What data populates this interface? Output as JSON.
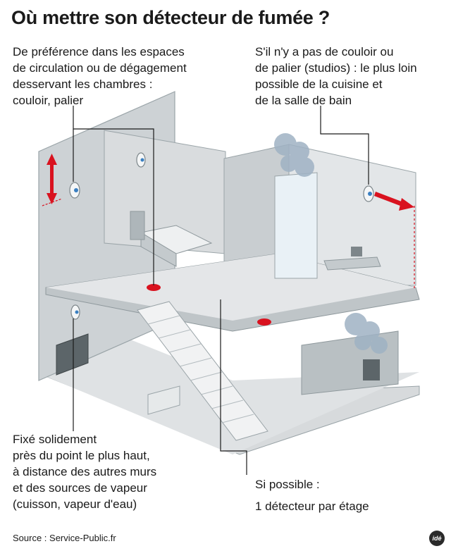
{
  "title": "Où mettre son détecteur de fumée ?",
  "annotations": {
    "circulation": [
      "De préférence dans les espaces",
      "de circulation ou de dégagement",
      "desservant les chambres :",
      "couloir, palier"
    ],
    "studio": [
      "S'il n'y a pas de couloir ou",
      "de palier (studios) : le plus loin",
      "possible de la cuisine et",
      "de la salle de bain"
    ],
    "fixation": [
      "Fixé solidement",
      "près du point le plus haut,",
      "à distance des autres murs",
      "et des sources de vapeur",
      "(cuisson, vapeur d'eau)"
    ],
    "per_floor": [
      "Si possible :",
      "1 détecteur par étage"
    ]
  },
  "source": "Source : Service-Public.fr",
  "logo": "idé",
  "colors": {
    "accent": "#d9121f",
    "wall": "#c9ced1",
    "floor": "#dcdfe1",
    "outline": "#9aa4a8",
    "smoke": "#9fb2c4"
  }
}
